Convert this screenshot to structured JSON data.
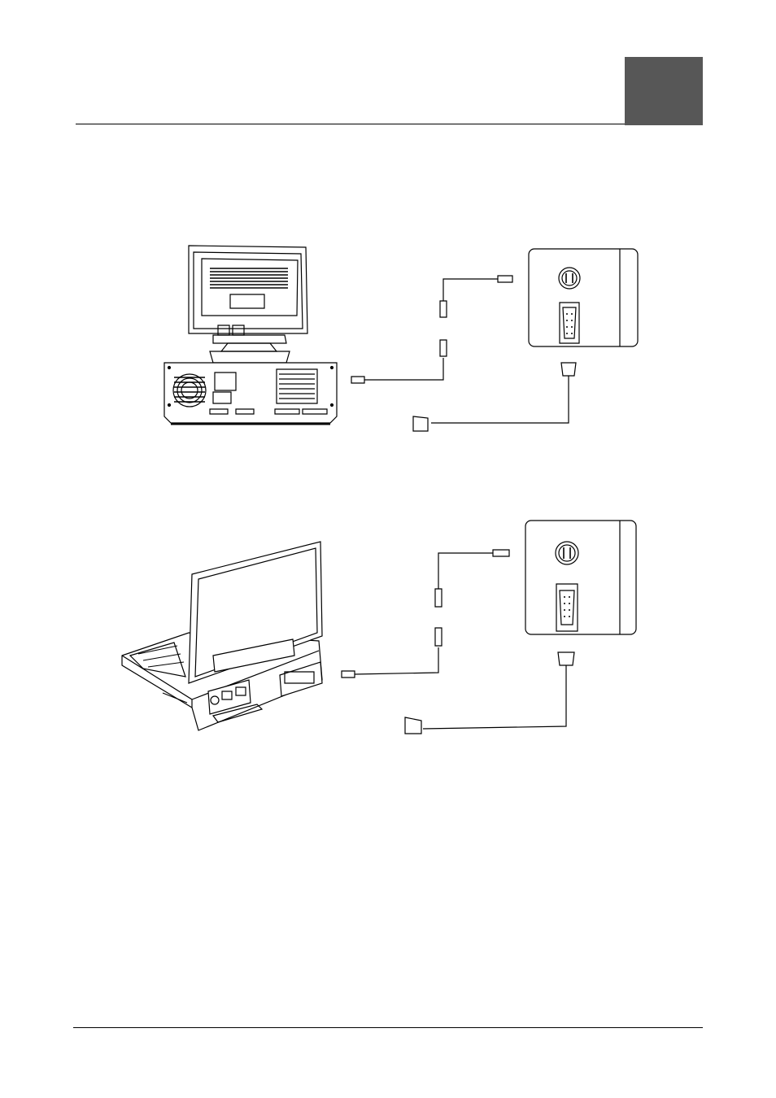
{
  "page": {
    "header_tab_color": "#575757",
    "line_color": "#000000"
  },
  "figures": [
    {
      "id": "desktop-connection",
      "devices": [
        "desktop-computer",
        "projector-input-panel"
      ],
      "connectors": [
        "s-video-cable",
        "vga-cable"
      ]
    },
    {
      "id": "notebook-connection",
      "devices": [
        "notebook-computer",
        "projector-input-panel"
      ],
      "connectors": [
        "s-video-cable",
        "vga-cable"
      ]
    }
  ]
}
